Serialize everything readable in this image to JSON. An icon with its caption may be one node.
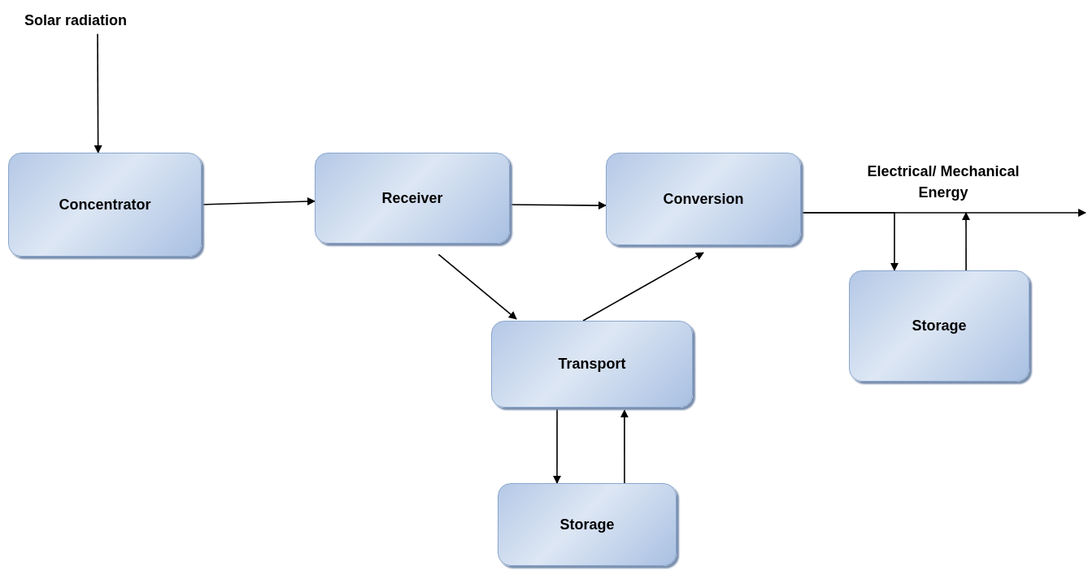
{
  "diagram": {
    "nodes": [
      {
        "text": [
          "Solar radiation"
        ]
      },
      {
        "text": [
          "Concentrator"
        ]
      },
      {
        "text": [
          "Receiver"
        ]
      },
      {
        "text": [
          "Conversion"
        ]
      },
      {
        "text": [
          "Transport"
        ]
      },
      {
        "text": [
          "Storage"
        ]
      },
      {
        "text": [
          "Storage"
        ]
      },
      {
        "text": [
          "Electrical/ Mechanical Energy"
        ]
      }
    ],
    "edges": [
      {
        "from": 0,
        "to": 1,
        "arrow": "to"
      },
      {
        "from": 1,
        "to": 2,
        "arrow": "to"
      },
      {
        "from": 2,
        "to": 3,
        "arrow": "to"
      },
      {
        "from": 2,
        "to": 4,
        "arrow": "to"
      },
      {
        "from": 4,
        "to": 3,
        "arrow": "to"
      },
      {
        "from": 3,
        "to": 7,
        "arrow": "to"
      },
      {
        "from": 3,
        "to": 5,
        "arrow": "to"
      },
      {
        "from": 5,
        "to": 7,
        "arrow": "to"
      },
      {
        "from": 4,
        "to": 6,
        "arrow": "to"
      },
      {
        "from": 6,
        "to": 4,
        "arrow": "to"
      }
    ]
  }
}
